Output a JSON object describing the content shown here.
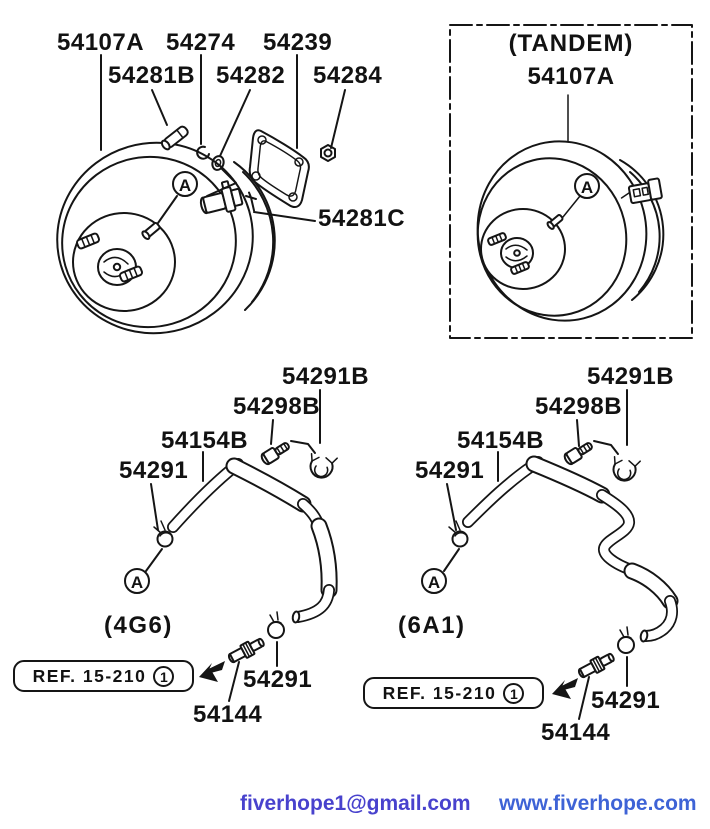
{
  "diagram": {
    "main": {
      "labels": {
        "p54107A": "54107A",
        "p54274": "54274",
        "p54239": "54239",
        "p54281B": "54281B",
        "p54282": "54282",
        "p54284": "54284",
        "p54281C": "54281C"
      },
      "marker": "A"
    },
    "tandem": {
      "caption": "(TANDEM)",
      "part": "54107A",
      "marker": "A"
    },
    "hose_4g6": {
      "engine": "(4G6)",
      "labels": {
        "p54291B": "54291B",
        "p54298B": "54298B",
        "p54154B": "54154B",
        "p54291_top": "54291",
        "p54291_bottom": "54291",
        "p54144": "54144"
      },
      "ref": {
        "text": "REF. 15-210",
        "number": "1"
      },
      "marker": "A"
    },
    "hose_6a1": {
      "engine": "(6A1)",
      "labels": {
        "p54291B": "54291B",
        "p54298B": "54298B",
        "p54154B": "54154B",
        "p54291_top": "54291",
        "p54291_bottom": "54291",
        "p54144": "54144"
      },
      "ref": {
        "text": "REF. 15-210",
        "number": "1"
      },
      "marker": "A"
    }
  },
  "footer": {
    "email": "fiverhope1@gmail.com",
    "website": "www.fiverhope.com",
    "email_color": "#4842cd",
    "website_color": "#3e63d6"
  },
  "colors": {
    "line": "#151515",
    "background": "#ffffff"
  }
}
